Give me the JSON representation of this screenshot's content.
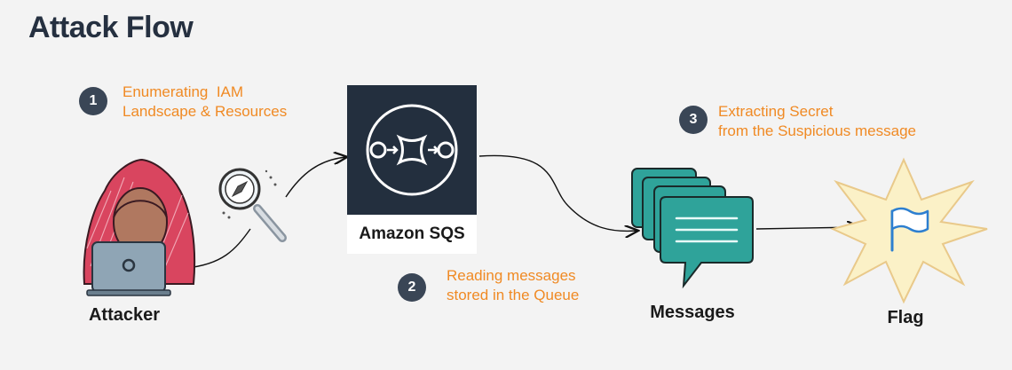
{
  "title": "Attack Flow",
  "steps": [
    {
      "number": "1",
      "line1": "Enumerating  IAM",
      "line2": "Landscape & Resources"
    },
    {
      "number": "2",
      "line1": "Reading messages",
      "line2": "stored in the Queue"
    },
    {
      "number": "3",
      "line1": "Extracting Secret",
      "line2": "from the Suspicious message"
    }
  ],
  "nodes": {
    "attacker": "Attacker",
    "sqs": "Amazon SQS",
    "messages": "Messages",
    "flag": "Flag"
  },
  "icons": {
    "attacker": "hooded-hacker-icon",
    "magnifier": "magnifying-glass-compass-icon",
    "sqs": "amazon-sqs-icon",
    "messages": "message-stack-icon",
    "flag": "flag-starburst-icon"
  },
  "colors": {
    "title": "#253040",
    "step_text": "#f08a24",
    "badge": "#3a4656",
    "sqs_bg": "#232f3e",
    "hood": "#d9455f",
    "messages": "#2fa39a",
    "flag_burst": "#fbf1c7"
  }
}
